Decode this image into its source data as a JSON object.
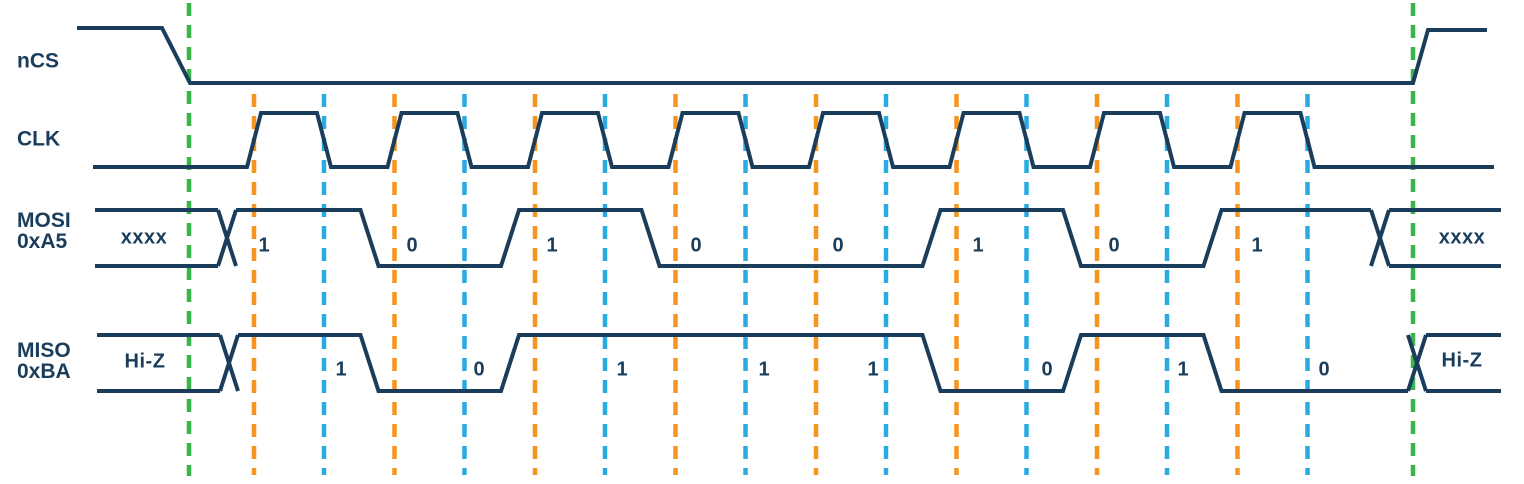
{
  "diagram": {
    "kind": "spi-timing-diagram",
    "clock_cycles": 8,
    "signals": {
      "ncs": {
        "label": "nCS"
      },
      "clk": {
        "label": "CLK"
      },
      "mosi": {
        "label": "MOSI",
        "value_hex": "0xA5",
        "bus_label": "xxxx",
        "bits": [
          "1",
          "0",
          "1",
          "0",
          "0",
          "1",
          "0",
          "1"
        ]
      },
      "miso": {
        "label": "MISO",
        "value_hex": "0xBA",
        "bus_label": "Hi-Z",
        "bits": [
          "1",
          "0",
          "1",
          "1",
          "1",
          "0",
          "1",
          "0"
        ]
      }
    },
    "colors": {
      "line": "#1b3d5c",
      "text": "#1b3d5c",
      "clock_rise_guide": "#f7941e",
      "clock_fall_guide": "#29abe2",
      "frame_guide": "#39b54a",
      "background": "#ffffff"
    }
  }
}
